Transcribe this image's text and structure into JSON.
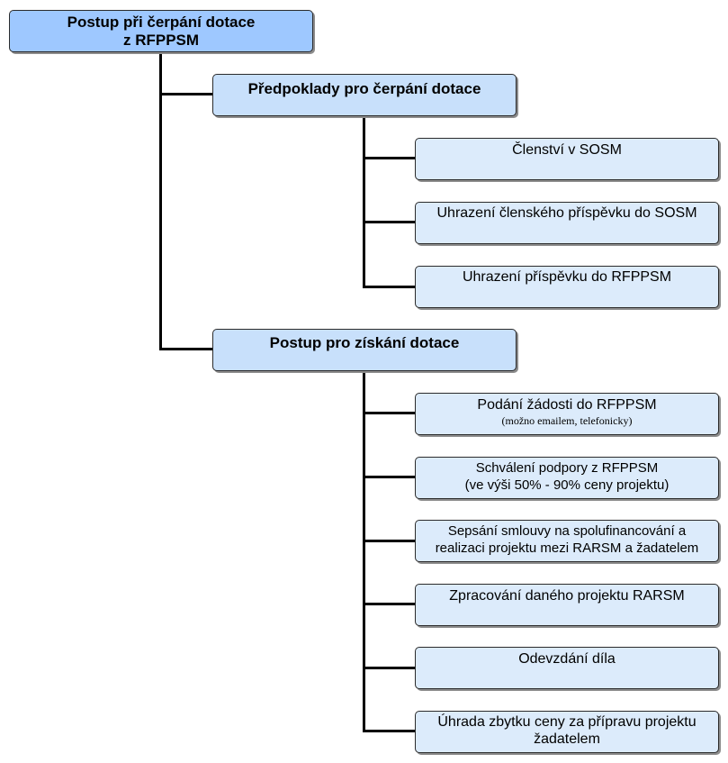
{
  "root": {
    "line1": "Postup při čerpání dotace",
    "line2": "z RFPPSM"
  },
  "branches": [
    {
      "title": "Předpoklady pro čerpání dotace",
      "items": [
        {
          "lines": [
            "Členství v SOSM"
          ]
        },
        {
          "lines": [
            "Uhrazení členského příspěvku do SOSM"
          ]
        },
        {
          "lines": [
            "Uhrazení příspěvku do RFPPSM"
          ]
        }
      ]
    },
    {
      "title": "Postup pro získání dotace",
      "items": [
        {
          "lines": [
            "Podání žádosti do RFPPSM"
          ],
          "note": "(možno emailem, telefonicky)"
        },
        {
          "lines": [
            "Schválení podpory z RFPPSM",
            "(ve výši 50% - 90% ceny projektu)"
          ]
        },
        {
          "lines": [
            "Sepsání smlouvy na spolufinancování a",
            "realizaci projektu mezi RARSM a žadatelem"
          ]
        },
        {
          "lines": [
            "Zpracování daného projektu RARSM"
          ]
        },
        {
          "lines": [
            "Odevzdání díla"
          ]
        },
        {
          "lines": [
            "Úhrada zbytku ceny za přípravu projektu",
            "žadatelem"
          ]
        }
      ]
    }
  ],
  "colors": {
    "root": "#9ec8ff",
    "level1": "#c8e0fb",
    "level2": "#dcebfb",
    "connector": "#000000"
  }
}
